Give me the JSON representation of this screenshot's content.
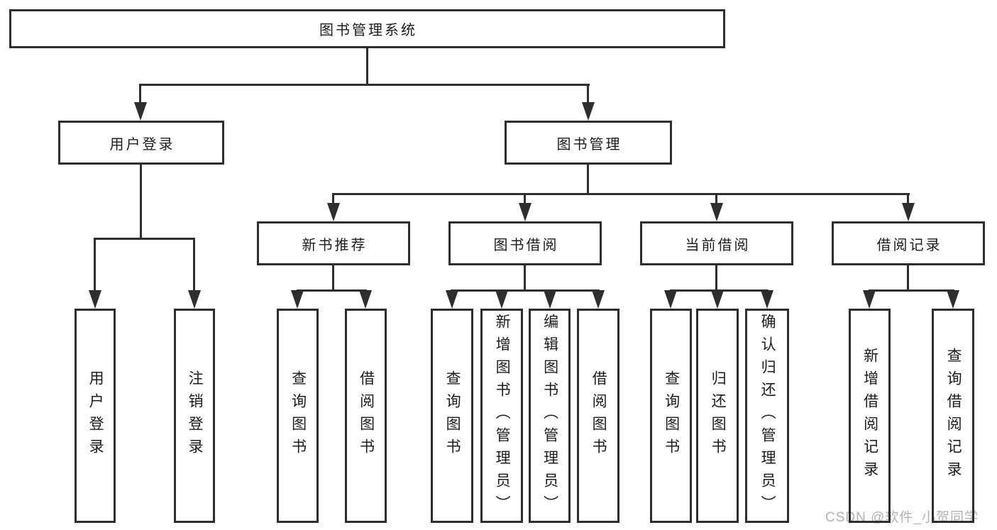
{
  "colors": {
    "line": "#2e2e2e",
    "text": "#1c1c1c",
    "watermark": "#b3b3b3",
    "bg": "#ffffff"
  },
  "watermark": {
    "text": "CSDN @软件_小贺同学"
  },
  "tree": {
    "root": {
      "label": "图书管理系统"
    },
    "branches": [
      {
        "label": "用户登录",
        "children": [
          {
            "label": "用户登录"
          },
          {
            "label": "注销登录"
          }
        ]
      },
      {
        "label": "图书管理",
        "children": [
          {
            "label": "新书推荐",
            "children": [
              {
                "label": "查询图书"
              },
              {
                "label": "借阅图书"
              }
            ]
          },
          {
            "label": "图书借阅",
            "children": [
              {
                "label": "查询图书"
              },
              {
                "label": "新增图书（管理员）"
              },
              {
                "label": "编辑图书（管理员）"
              },
              {
                "label": "借阅图书"
              }
            ]
          },
          {
            "label": "当前借阅",
            "children": [
              {
                "label": "查询图书"
              },
              {
                "label": "归还图书"
              },
              {
                "label": "确认归还（管理员）"
              }
            ]
          },
          {
            "label": "借阅记录",
            "children": [
              {
                "label": "新增借阅记录"
              },
              {
                "label": "查询借阅记录"
              }
            ]
          }
        ]
      }
    ]
  }
}
